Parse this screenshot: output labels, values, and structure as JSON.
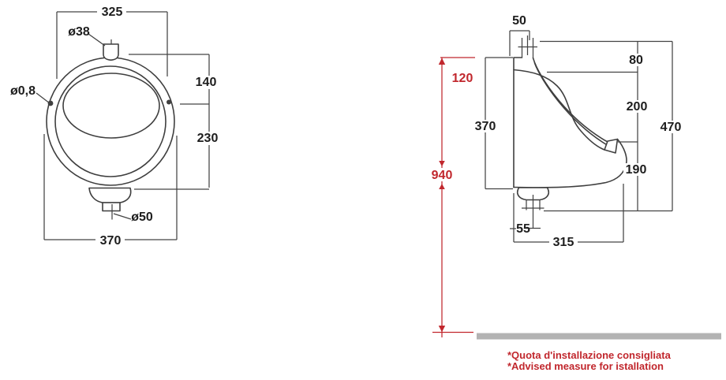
{
  "colors": {
    "accent_red": "#c1272d",
    "line": "#3f3f3f",
    "floor_gray": "#b3b3b3",
    "background": "#ffffff"
  },
  "front": {
    "width_top": "325",
    "inlet_diameter": "ø38",
    "hole_diameter": "ø0,8",
    "upper_height": "140",
    "lower_height": "230",
    "outlet_diameter": "ø50",
    "width_bottom": "370"
  },
  "side": {
    "inlet_width": "50",
    "top_offset": "120",
    "back_height": "370",
    "top_to_rim": "80",
    "rim_to_lip": "200",
    "total_height": "470",
    "lip_to_bottom": "190",
    "installation_height": "940",
    "outlet_stub": "55",
    "depth": "315"
  },
  "footnote": {
    "line1": "*Quota d'installazione consigliata",
    "line2": "*Advised measure for istallation"
  }
}
